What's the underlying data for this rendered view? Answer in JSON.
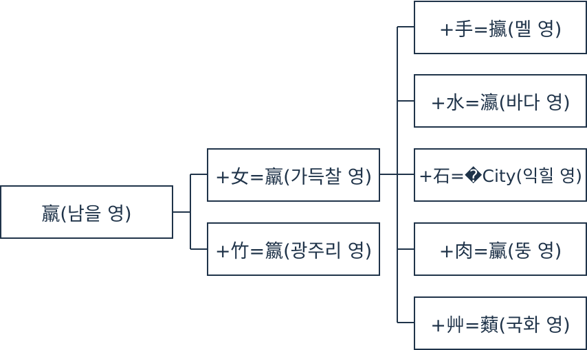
{
  "diagram": {
    "line_color": "#1f3349",
    "nodes": {
      "root": {
        "label": "羸(남을 영)"
      },
      "nyeo": {
        "label": "+女=羸(가득찰 영)"
      },
      "juk": {
        "label": "+竹=籝(광주리 영)"
      },
      "su": {
        "label": "+手=攍(멜 영)"
      },
      "mul": {
        "label": "+水=瀛(바다 영)"
      },
      "seok": {
        "label": "+石=�City(익힐 영)"
      },
      "yuk": {
        "label": "+肉=臝(뚱 영)"
      },
      "cho": {
        "label": "+艸=蘱(국화 영)"
      }
    }
  }
}
